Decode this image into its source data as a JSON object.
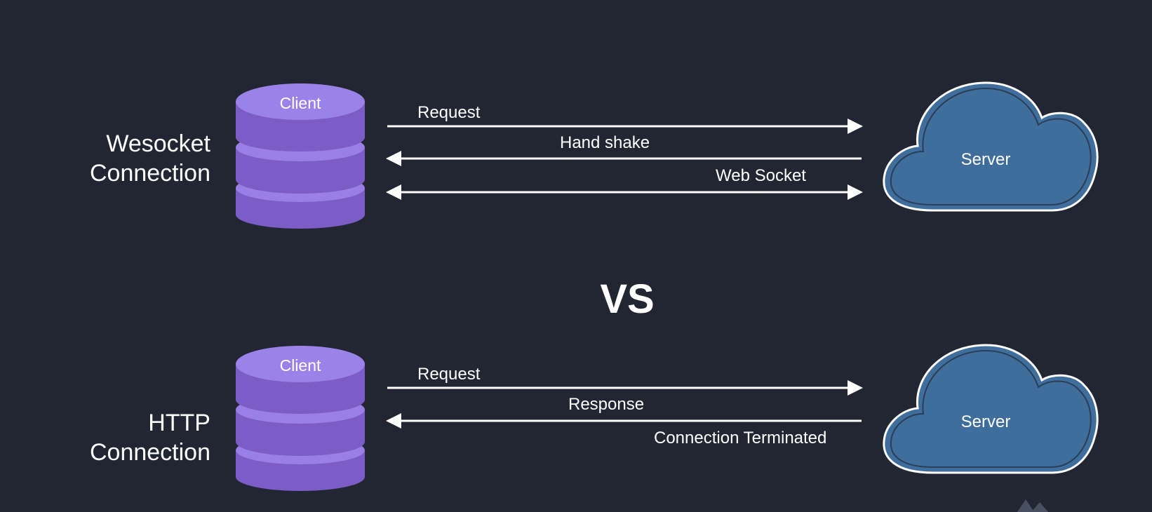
{
  "colors": {
    "background": "#222632",
    "client_top": "#9b82e8",
    "client_body": "#7c5cc7",
    "client_band": "#9a7fe6",
    "server_fill": "#3f6d9c",
    "server_stroke": "#ffffff",
    "arrow": "#ffffff"
  },
  "websocket": {
    "title_line1": "Wesocket",
    "title_line2": "Connection",
    "client_label": "Client",
    "server_label": "Server",
    "arrows": {
      "request": "Request",
      "handshake": "Hand shake",
      "websocket": "Web Socket"
    }
  },
  "vs": "VS",
  "http": {
    "title_line1": "HTTP",
    "title_line2": "Connection",
    "client_label": "Client",
    "server_label": "Server",
    "arrows": {
      "request": "Request",
      "response": "Response",
      "terminated": "Connection Terminated"
    }
  },
  "icons": {
    "client": "database-icon",
    "server": "cloud-icon",
    "watermark": "logo-watermark-icon"
  }
}
